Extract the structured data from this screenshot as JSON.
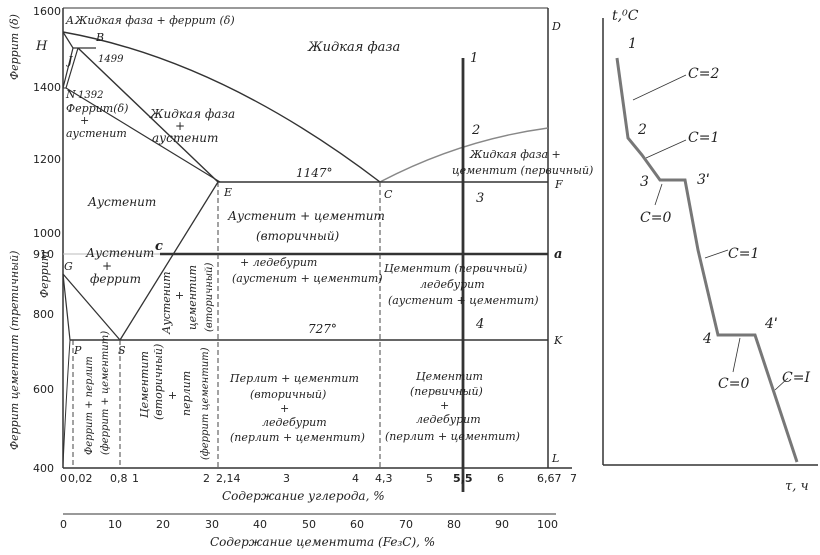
{
  "phase_diagram": {
    "y_ticks": [
      "1600",
      "1400",
      "1200",
      "1000",
      "910",
      "800",
      "600",
      "400"
    ],
    "x_ticks_carbon": [
      "0",
      "0,02",
      "0,8",
      "1",
      "2",
      "2,14",
      "3",
      "4",
      "4,3",
      "5",
      "5,5",
      "6",
      "6,67",
      "7"
    ],
    "x_ticks_cementite": [
      "0",
      "10",
      "20",
      "30",
      "40",
      "50",
      "60",
      "70",
      "80",
      "90",
      "100"
    ],
    "x_axis_carbon_label": "Содержание углерода, %",
    "x_axis_cementite_label": "Содержание цементита (Fe₃C), %",
    "y_axis_delta_label": "Феррит (δ)",
    "y_axis_ferrite_label": "Феррит",
    "y_axis_tertiary_label": "Феррит цементит (третичный)",
    "points": {
      "A": "A",
      "H": "H",
      "B": "B",
      "J": "J",
      "N": "N",
      "N_temp": "1392",
      "E": "E",
      "C": "C",
      "D": "D",
      "F": "F",
      "G": "G",
      "S": "S",
      "P": "P",
      "K": "K",
      "L": "L",
      "c": "c",
      "a": "a",
      "B_temp": "1499"
    },
    "temps": {
      "eutectic": "1147°",
      "eutectoid": "727°"
    },
    "vertical_line_marks": [
      "1",
      "2",
      "3",
      "4"
    ],
    "regions": {
      "liquid_ferrite": "Жидкая фаза + феррит (δ)",
      "liquid": "Жидкая фаза",
      "ferrite_delta_austenite_1": "Феррит(δ)",
      "ferrite_delta_austenite_2": "+",
      "ferrite_delta_austenite_3": "аустенит",
      "liquid_austenite_1": "Жидкая фаза",
      "liquid_austenite_2": "+",
      "liquid_austenite_3": "аустенит",
      "liquid_cementite_1": "Жидкая фаза +",
      "liquid_cementite_2": "цементит (первичный)",
      "austenite": "Аустенит",
      "aust_cem2_1": "Аустенит + цементит",
      "aust_cem2_2": "(вторичный)",
      "ledeburite_1": "+ ледебурит",
      "ledeburite_2": "(аустенит + цементит)",
      "cem1_led_1": "Цементит (первичный)",
      "cem1_led_2": "ледебурит",
      "cem1_led_3": "(аустенит + цементит)",
      "aust_ferrite_1": "Аустенит",
      "aust_ferrite_2": "+",
      "aust_ferrite_3": "феррит",
      "aust_cem_vert_1": "Аустенит",
      "aust_cem_vert_2": "+",
      "aust_cem_vert_3": "цементит",
      "aust_cem_vert_4": "(вторичный)",
      "ferrite_pearlite": "Феррит + перлит",
      "ferrite_pearlite_2": "(феррит + цементит)",
      "cem_pearlite_1": "Цементит",
      "cem_pearlite_2": "(вторичный)",
      "cem_pearlite_3": "+",
      "cem_pearlite_4": "перлит",
      "cem_pearlite_5": "(феррит цементит)",
      "pearlite_led_1": "Перлит + цементит",
      "pearlite_led_2": "(вторичный)",
      "pearlite_led_3": "+",
      "pearlite_led_4": "ледебурит",
      "pearlite_led_5": "(перлит + цементит)",
      "cem1_led_low_1": "Цементит",
      "cem1_led_low_2": "(первичный)",
      "cem1_led_low_3": "+",
      "cem1_led_low_4": "ледебурит",
      "cem1_led_low_5": "(перлит + цементит)"
    }
  },
  "cooling_curve": {
    "y_label": "t,⁰C",
    "x_label": "τ, ч",
    "labels": [
      "1",
      "2",
      "3",
      "3ˈ",
      "4",
      "4ˈ"
    ],
    "freedom": [
      "C=2",
      "C=1",
      "C=0",
      "C=1",
      "C=0",
      "C=I"
    ]
  }
}
